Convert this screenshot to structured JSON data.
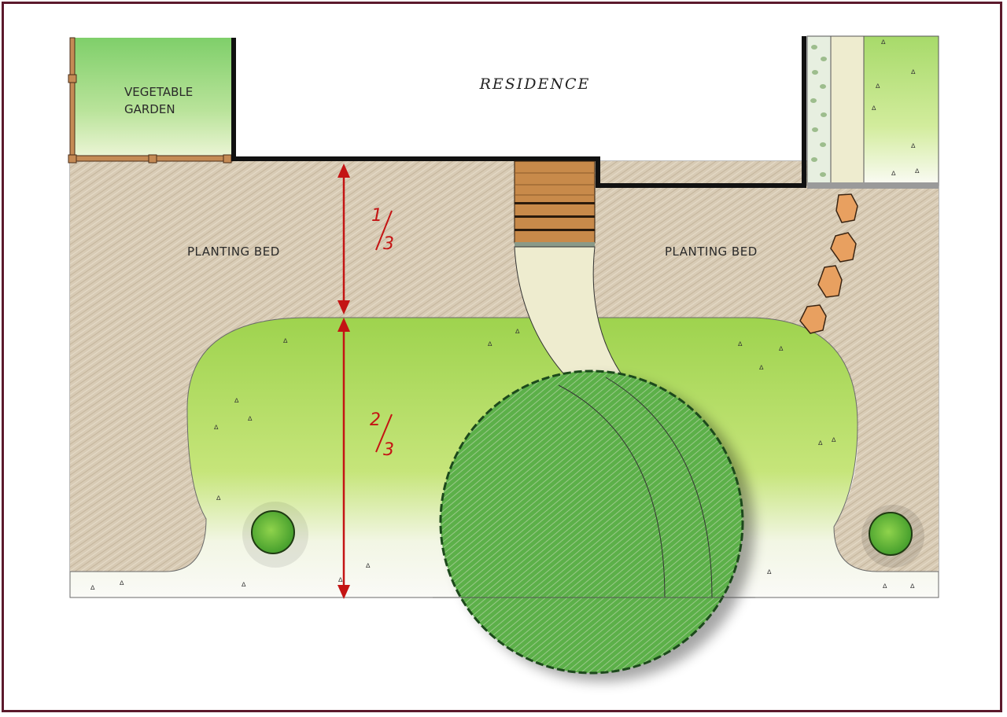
{
  "plan": {
    "title": "RESIDENCE",
    "areas": {
      "vegetable_garden": {
        "line1": "VEGETABLE",
        "line2": "GARDEN"
      },
      "planting_bed_left": {
        "label": "PLANTING BED"
      },
      "planting_bed_right": {
        "label": "PLANTING BED"
      }
    },
    "dimensions": {
      "upper": {
        "numerator": "1",
        "denominator": "3"
      },
      "lower": {
        "numerator": "2",
        "denominator": "3"
      }
    },
    "colors": {
      "frame": "#5c1a2c",
      "planting_bed": "#d8cbb5",
      "lawn": "#b8de6a",
      "tree": "#5cb04a",
      "dimension": "#c41414",
      "deck": "#c88a4a",
      "stepping_stone": "#e8a060",
      "wall": "#111111"
    }
  }
}
